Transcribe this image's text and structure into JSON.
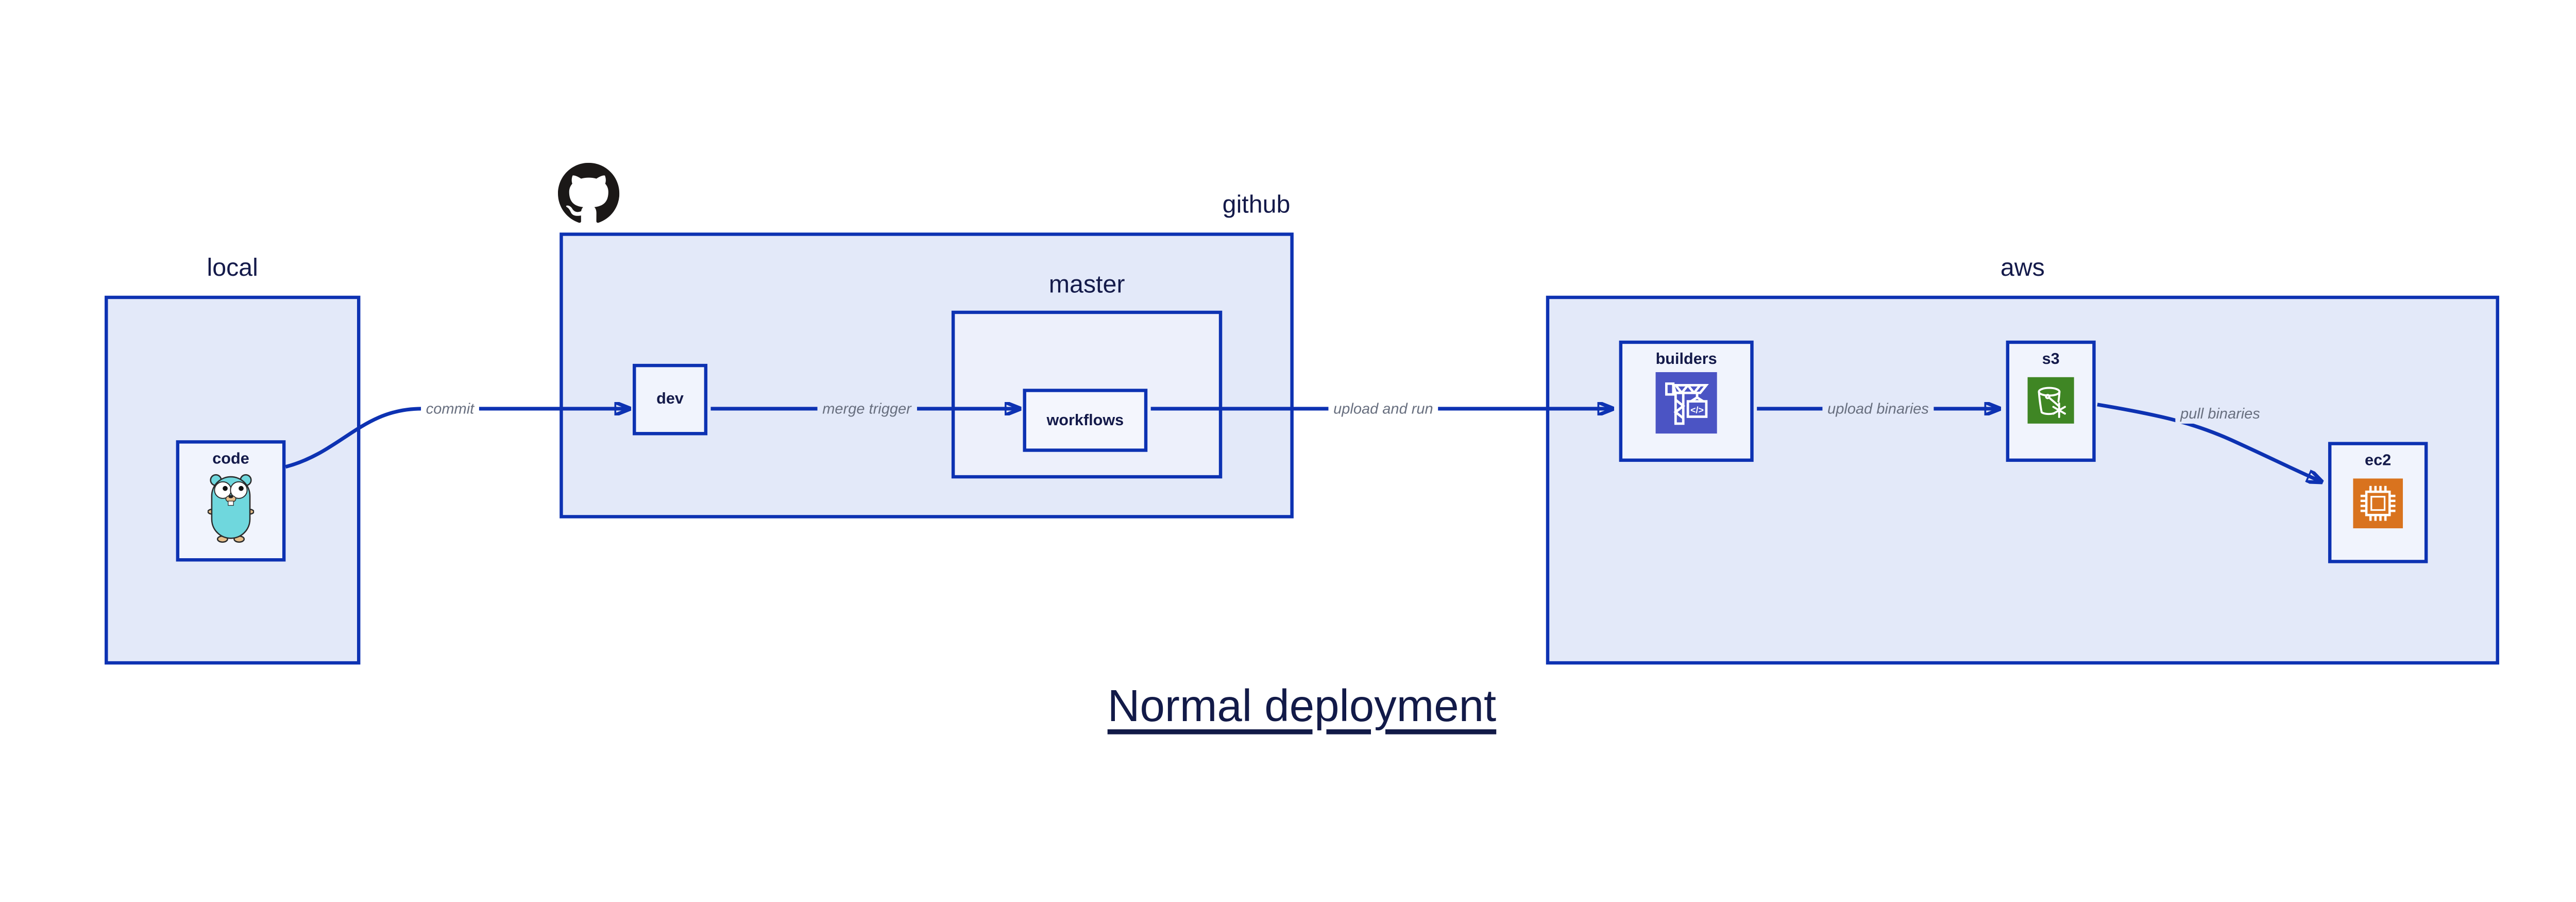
{
  "title": "Normal deployment",
  "containers": {
    "local": {
      "label": "local"
    },
    "github": {
      "label": "github"
    },
    "master": {
      "label": "master"
    },
    "aws": {
      "label": "aws"
    }
  },
  "nodes": {
    "code": {
      "label": "code",
      "icon": "go-gopher-icon"
    },
    "dev": {
      "label": "dev"
    },
    "workflows": {
      "label": "workflows"
    },
    "builders": {
      "label": "builders",
      "icon": "aws-codebuild-icon"
    },
    "s3": {
      "label": "s3",
      "icon": "aws-s3-glacier-icon"
    },
    "ec2": {
      "label": "ec2",
      "icon": "aws-ec2-icon"
    }
  },
  "edges": [
    {
      "from": "code",
      "to": "dev",
      "label": "commit"
    },
    {
      "from": "dev",
      "to": "workflows",
      "label": "merge trigger"
    },
    {
      "from": "workflows",
      "to": "builders",
      "label": "upload and run"
    },
    {
      "from": "builders",
      "to": "s3",
      "label": "upload binaries"
    },
    {
      "from": "s3",
      "to": "ec2",
      "label": "pull binaries"
    }
  ],
  "colors": {
    "border_blue": "#0D32B2",
    "container_fill": "#E3E9F9",
    "nested_container_fill": "#EDF0FB",
    "node_fill": "#F1F4FD",
    "edge_label_gray": "#686F7F",
    "text_dark": "#141A4A",
    "codebuild_indigo": "#4B54C4",
    "s3_green": "#3F8624",
    "ec2_orange": "#D9731E",
    "github_black": "#1B1817",
    "gopher_teal": "#6FD7DD"
  }
}
